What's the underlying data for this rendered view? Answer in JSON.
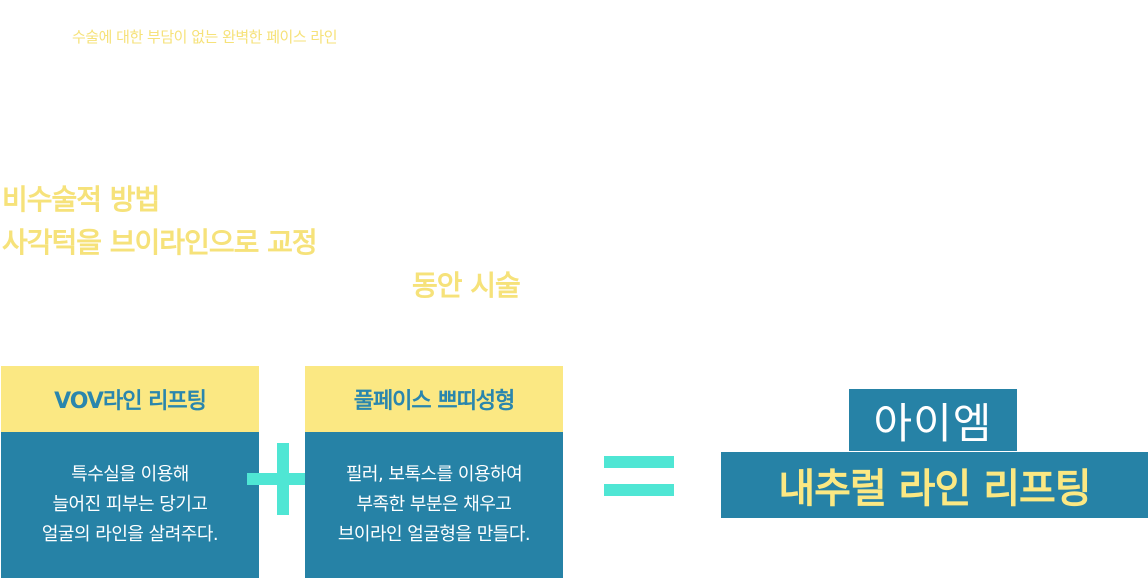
{
  "intro": {
    "subtitle": "수술에 대한 부담이 없는 완벽한 페이스 라인",
    "headline_line1": "비수술적 방법",
    "headline_line2": "사각턱을 브이라인으로 교정",
    "headline_line3": "동안 시술"
  },
  "cards": [
    {
      "title": "VOV라인 리프팅",
      "lines": [
        "특수실을 이용해",
        "늘어진 피부는 당기고",
        "얼굴의 라인을 살려주다."
      ]
    },
    {
      "title": "풀페이스 쁘띠성형",
      "lines": [
        "필러, 보톡스를 이용하여",
        "부족한 부분은 채우고",
        "브이라인 얼굴형을 만들다."
      ]
    }
  ],
  "result": {
    "brand": "아이엠",
    "name": "내추럴 라인 리프팅"
  },
  "colors": {
    "yellow_text": "#f6e27a",
    "card_head_bg": "#fbe883",
    "card_body_bg": "#2682a6",
    "operator": "#4fe6d4",
    "result_text": "#fbe883"
  },
  "icons": {
    "plus": "plus-icon",
    "equals": "equals-icon"
  }
}
